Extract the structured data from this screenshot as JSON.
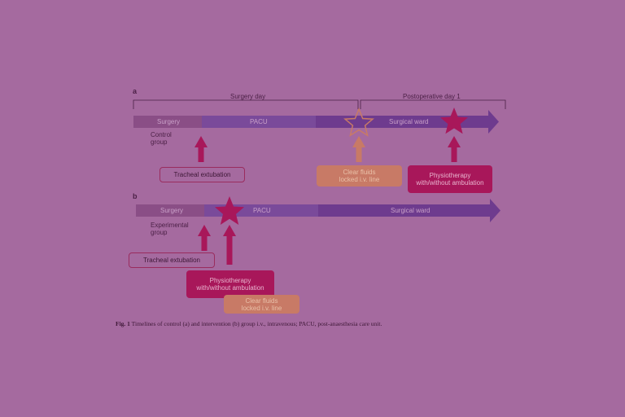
{
  "panel_a": {
    "letter": "a",
    "bracket_surgery_day": "Surgery day",
    "bracket_postop_day": "Postoperative day 1",
    "bar_surgery": "Surgery",
    "bar_pacu": "PACU",
    "bar_ward": "Surgical ward",
    "group_label_line1": "Control",
    "group_label_line2": "group",
    "box_extubation": "Tracheal extubation",
    "box_fluids_line1": "Clear fluids",
    "box_fluids_line2": "locked i.v. line",
    "box_physio_line1": "Physiotherapy",
    "box_physio_line2": "with/without ambulation"
  },
  "panel_b": {
    "letter": "b",
    "bar_surgery": "Surgery",
    "bar_pacu": "PACU",
    "bar_ward": "Surgical ward",
    "group_label_line1": "Experimental",
    "group_label_line2": "group",
    "box_extubation": "Tracheal extubation",
    "box_physio_line1": "Physiotherapy",
    "box_physio_line2": "with/without ambulation",
    "box_fluids_line1": "Clear fluids",
    "box_fluids_line2": "locked i.v. line"
  },
  "caption": {
    "prefix": "Fig. 1",
    "text": "Timelines of control (a) and intervention (b) group i.v., intravenous; PACU, post-anaesthesia care unit."
  },
  "colors": {
    "background": "#a56a9f",
    "surgery_segment": "#8a4e86",
    "pacu_segment": "#7a4a9a",
    "ward_segment": "#6e3b8e",
    "arrow_magenta": "#a8175a",
    "arrow_orange": "#c87a66"
  }
}
